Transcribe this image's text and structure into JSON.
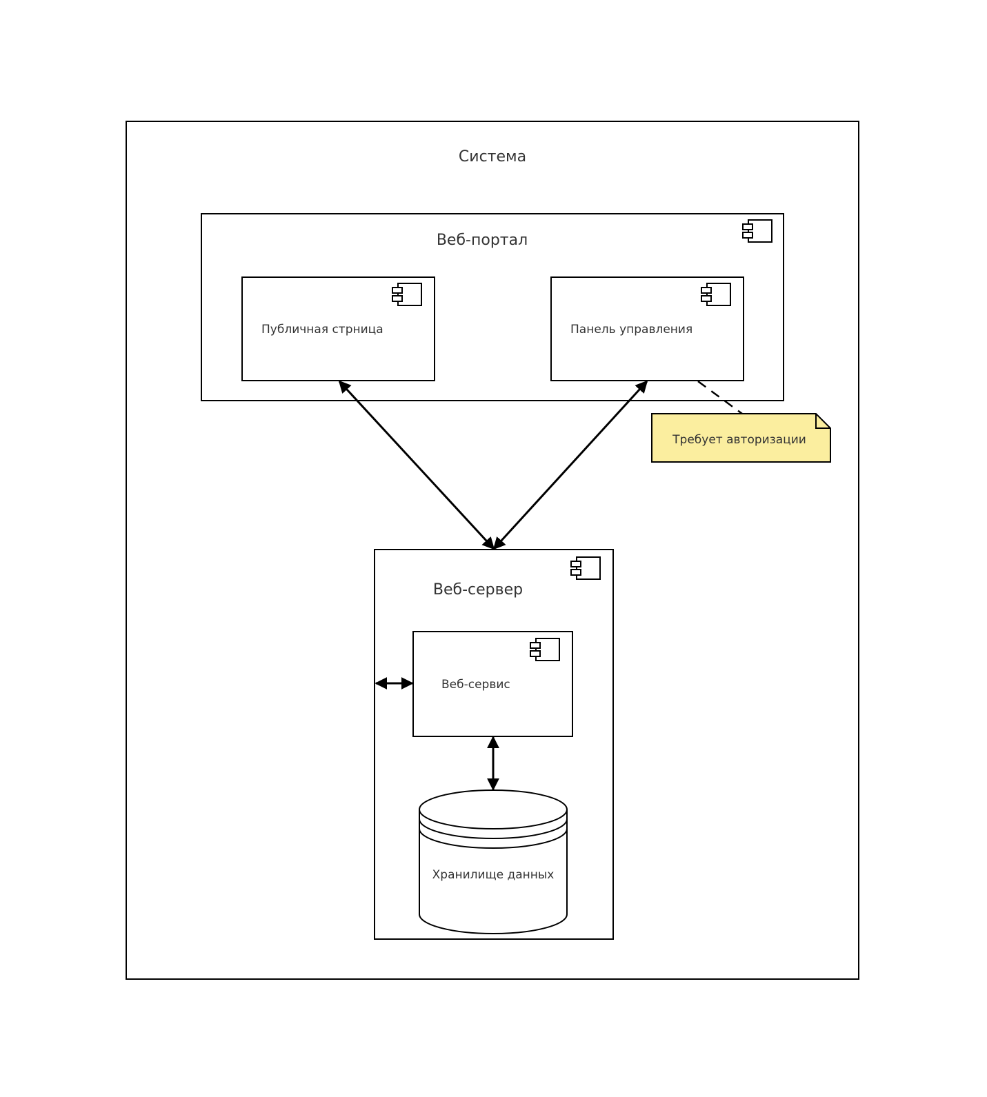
{
  "diagram": {
    "system": {
      "label": "Система"
    },
    "web_portal": {
      "label": "Веб-портал",
      "components": [
        {
          "label": "Публичная стрница"
        },
        {
          "label": "Панель управления"
        }
      ]
    },
    "web_server": {
      "label": "Веб-сервер",
      "service": {
        "label": "Веб-сервис"
      },
      "storage": {
        "label": "Хранилище данных"
      }
    },
    "note": {
      "text": "Требует авторизации",
      "color": "#fbee9f"
    }
  }
}
